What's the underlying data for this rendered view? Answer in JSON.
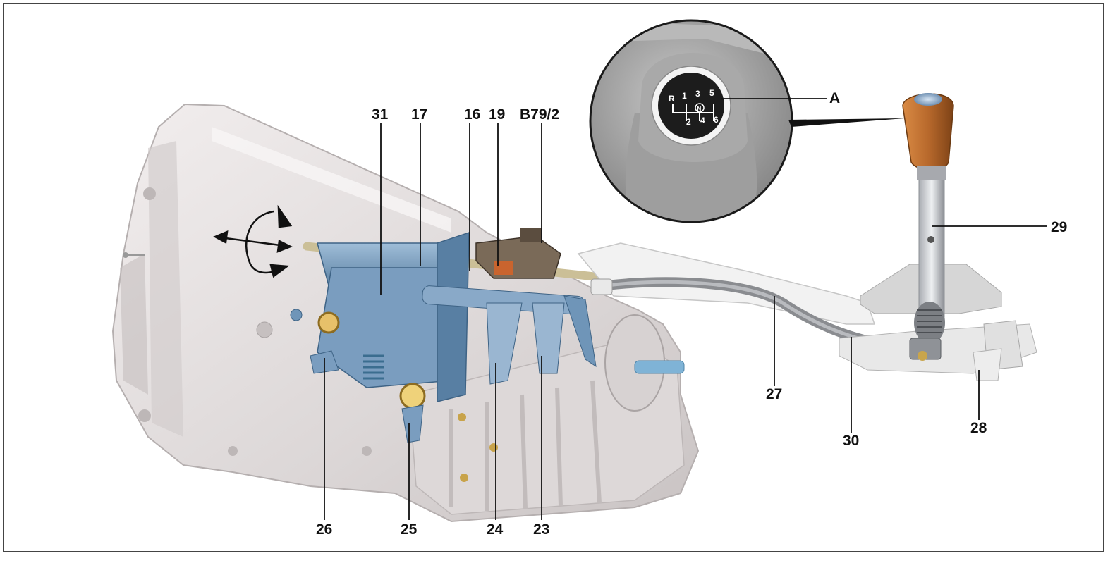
{
  "labels": {
    "l31": "31",
    "l17": "17",
    "l16": "16",
    "l19": "19",
    "lB79": "B79/2",
    "lA": "A",
    "l29": "29",
    "l27": "27",
    "l30": "30",
    "l28": "28",
    "l26": "26",
    "l25": "25",
    "l24": "24",
    "l23": "23"
  },
  "shift_pattern": {
    "top": [
      "R",
      "1",
      "3",
      "5"
    ],
    "bottom": [
      "2",
      "4",
      "6"
    ],
    "neutral": "N"
  },
  "colors": {
    "housing": "#e6e2e2",
    "mechanism": "#6f95b8",
    "knob": "#b8692c",
    "cable": "#8a8c90",
    "callout_line": "#111111"
  }
}
